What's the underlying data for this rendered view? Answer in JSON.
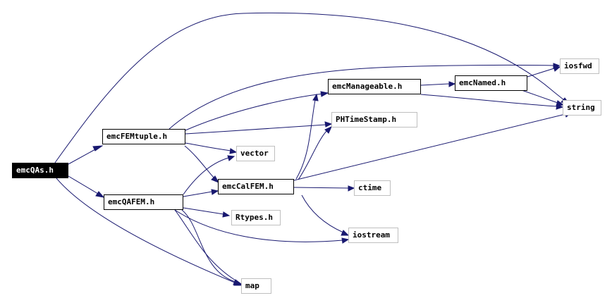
{
  "graph": {
    "root": "emcQAs.h",
    "nodes": [
      {
        "id": "emcQAs",
        "label": "emcQAs.h",
        "kind": "root"
      },
      {
        "id": "emcFEMtuple",
        "label": "emcFEMtuple.h",
        "kind": "local"
      },
      {
        "id": "emcQAFEM",
        "label": "emcQAFEM.h",
        "kind": "local"
      },
      {
        "id": "emcManageable",
        "label": "emcManageable.h",
        "kind": "local"
      },
      {
        "id": "emcNamed",
        "label": "emcNamed.h",
        "kind": "local"
      },
      {
        "id": "emcCalFEM",
        "label": "emcCalFEM.h",
        "kind": "local"
      },
      {
        "id": "PHTimeStamp",
        "label": "PHTimeStamp.h",
        "kind": "external"
      },
      {
        "id": "iosfwd",
        "label": "iosfwd",
        "kind": "external"
      },
      {
        "id": "string",
        "label": "string",
        "kind": "external"
      },
      {
        "id": "vector",
        "label": "vector",
        "kind": "external"
      },
      {
        "id": "ctime",
        "label": "ctime",
        "kind": "external"
      },
      {
        "id": "Rtypes",
        "label": "Rtypes.h",
        "kind": "external"
      },
      {
        "id": "iostream",
        "label": "iostream",
        "kind": "external"
      },
      {
        "id": "map",
        "label": "map",
        "kind": "external"
      }
    ],
    "edges": [
      {
        "from": "emcQAs",
        "to": "emcFEMtuple"
      },
      {
        "from": "emcQAs",
        "to": "emcQAFEM"
      },
      {
        "from": "emcQAs",
        "to": "string"
      },
      {
        "from": "emcQAs",
        "to": "map"
      },
      {
        "from": "emcFEMtuple",
        "to": "emcManageable"
      },
      {
        "from": "emcFEMtuple",
        "to": "iosfwd"
      },
      {
        "from": "emcFEMtuple",
        "to": "PHTimeStamp"
      },
      {
        "from": "emcFEMtuple",
        "to": "vector"
      },
      {
        "from": "emcFEMtuple",
        "to": "emcCalFEM"
      },
      {
        "from": "emcQAFEM",
        "to": "vector"
      },
      {
        "from": "emcQAFEM",
        "to": "emcCalFEM"
      },
      {
        "from": "emcQAFEM",
        "to": "Rtypes"
      },
      {
        "from": "emcQAFEM",
        "to": "iostream"
      },
      {
        "from": "emcQAFEM",
        "to": "map"
      },
      {
        "from": "emcManageable",
        "to": "emcNamed"
      },
      {
        "from": "emcManageable",
        "to": "string"
      },
      {
        "from": "emcNamed",
        "to": "iosfwd"
      },
      {
        "from": "emcNamed",
        "to": "string"
      },
      {
        "from": "emcCalFEM",
        "to": "emcManageable"
      },
      {
        "from": "emcCalFEM",
        "to": "PHTimeStamp"
      },
      {
        "from": "emcCalFEM",
        "to": "string"
      },
      {
        "from": "emcCalFEM",
        "to": "ctime"
      },
      {
        "from": "emcCalFEM",
        "to": "iostream"
      }
    ]
  },
  "colors": {
    "edge": "#191970",
    "local_border": "#000000",
    "external_border": "#bfbfbf",
    "root_fill": "#000000",
    "root_text": "#ffffff"
  }
}
